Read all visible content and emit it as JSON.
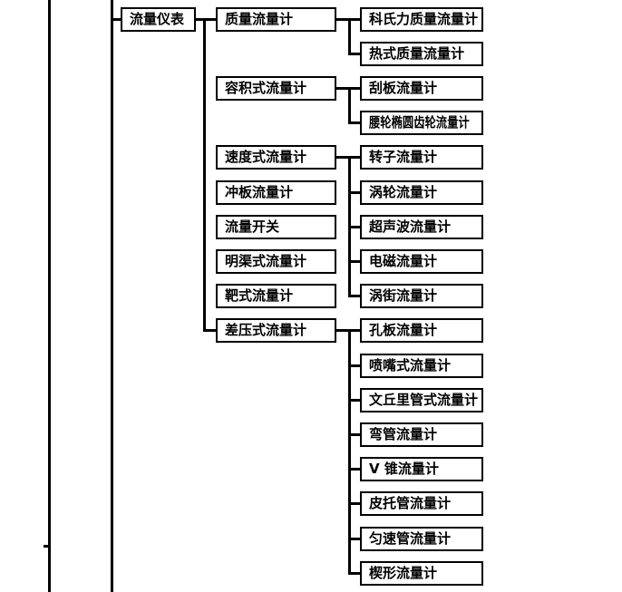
{
  "diagram_type": "tree",
  "colors": {
    "line": "#000000",
    "box_border": "#000000",
    "background": "#ffffff",
    "text": "#000000"
  },
  "tree": {
    "root": {
      "label": "流量仪表",
      "children": [
        {
          "label": "质量流量计",
          "children": [
            "科氏力质量流量计",
            "热式质量流量计"
          ]
        },
        {
          "label": "容积式流量计",
          "children": [
            "刮板流量计",
            "腰轮椭圆齿轮流量计"
          ]
        },
        {
          "label": "速度式流量计",
          "children": [
            "转子流量计",
            "涡轮流量计",
            "超声波流量计",
            "电磁流量计",
            "涡街流量计"
          ]
        },
        {
          "label": "冲板流量计",
          "children": []
        },
        {
          "label": "流量开关",
          "children": []
        },
        {
          "label": "明渠式流量计",
          "children": []
        },
        {
          "label": "靶式流量计",
          "children": []
        },
        {
          "label": "差压式流量计",
          "children": [
            "孔板流量计",
            "喷嘴式流量计",
            "文丘里管式流量计",
            "弯管流量计",
            "V 锥流量计",
            "皮托管流量计",
            "匀速管流量计",
            "楔形流量计"
          ]
        }
      ]
    }
  }
}
